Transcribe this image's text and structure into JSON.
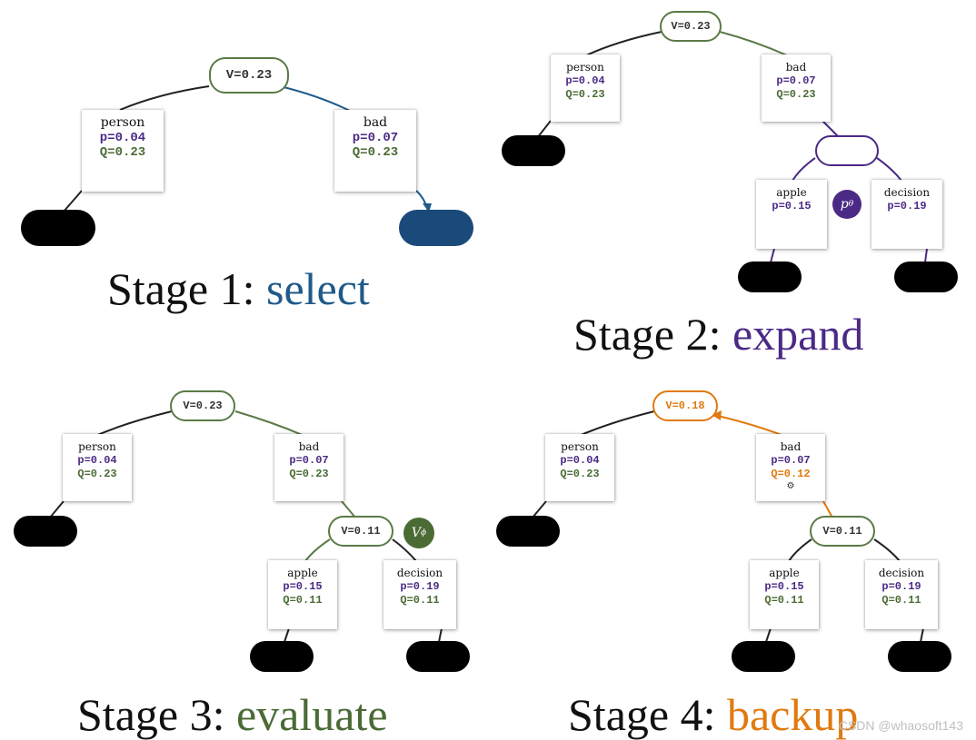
{
  "colors": {
    "select": "#1f5a8a",
    "expand": "#4b2a85",
    "evaluate": "#4b6b35",
    "backup": "#e07a10",
    "p_value": "#4b2a85",
    "q_value": "#4b6b35",
    "edge_default": "#222222",
    "pill_border": "#5a7a46"
  },
  "stages": {
    "s1": {
      "title_prefix": "Stage 1:",
      "title_word": "select",
      "root": {
        "value": "V=0.23"
      },
      "left": {
        "word": "person",
        "p": "p=0.04",
        "q": "Q=0.23"
      },
      "right": {
        "word": "bad",
        "p": "p=0.07",
        "q": "Q=0.23"
      }
    },
    "s2": {
      "title_prefix": "Stage 2:",
      "title_word": "expand",
      "root": {
        "value": "V=0.23"
      },
      "left": {
        "word": "person",
        "p": "p=0.04",
        "q": "Q=0.23"
      },
      "right": {
        "word": "bad",
        "p": "p=0.07",
        "q": "Q=0.23"
      },
      "child_left": {
        "word": "apple",
        "p": "p=0.15"
      },
      "child_right": {
        "word": "decision",
        "p": "p=0.19"
      },
      "badge": {
        "symbol": "p",
        "sub": "θ"
      }
    },
    "s3": {
      "title_prefix": "Stage 3:",
      "title_word": "evaluate",
      "root": {
        "value": "V=0.23"
      },
      "left": {
        "word": "person",
        "p": "p=0.04",
        "q": "Q=0.23"
      },
      "right": {
        "word": "bad",
        "p": "p=0.07",
        "q": "Q=0.23"
      },
      "mid": {
        "value": "V=0.11"
      },
      "child_left": {
        "word": "apple",
        "p": "p=0.15",
        "q": "Q=0.11"
      },
      "child_right": {
        "word": "decision",
        "p": "p=0.19",
        "q": "Q=0.11"
      },
      "badge": {
        "symbol": "V",
        "sub": "ϕ"
      }
    },
    "s4": {
      "title_prefix": "Stage 4:",
      "title_word": "backup",
      "root": {
        "value": "V=0.18"
      },
      "left": {
        "word": "person",
        "p": "p=0.04",
        "q": "Q=0.23"
      },
      "right": {
        "word": "bad",
        "p": "p=0.07",
        "q": "Q=0.12"
      },
      "mid": {
        "value": "V=0.11"
      },
      "child_left": {
        "word": "apple",
        "p": "p=0.15",
        "q": "Q=0.11"
      },
      "child_right": {
        "word": "decision",
        "p": "p=0.19",
        "q": "Q=0.11"
      }
    }
  },
  "watermark": "CSDN @whaosoft143"
}
